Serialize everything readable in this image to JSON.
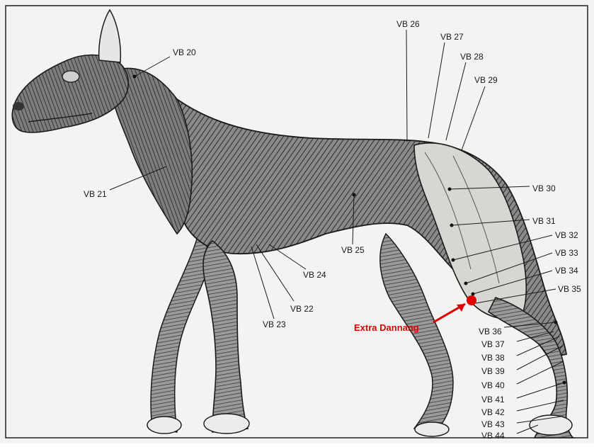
{
  "figure": {
    "labels": {
      "vb20": "VB 20",
      "vb21": "VB 21",
      "vb22": "VB 22",
      "vb23": "VB 23",
      "vb24": "VB 24",
      "vb25": "VB 25",
      "vb26": "VB 26",
      "vb27": "VB 27",
      "vb28": "VB 28",
      "vb29": "VB 29",
      "vb30": "VB 30",
      "vb31": "VB 31",
      "vb32": "VB 32",
      "vb33": "VB 33",
      "vb34": "VB 34",
      "vb35": "VB 35",
      "vb36": "VB 36",
      "vb37": "VB 37",
      "vb38": "VB 38",
      "vb39": "VB 39",
      "vb40": "VB 40",
      "vb41": "VB 41",
      "vb42": "VB 42",
      "vb43": "VB 43",
      "vb44": "VB 44"
    },
    "highlight": {
      "label": "Extra Dannang",
      "color": "#e00000"
    },
    "colors": {
      "ink": "#1a1a1a",
      "paper": "#f3f3f1",
      "muscle": "#6a6a6a",
      "muscle_dark": "#2e2e2e"
    }
  }
}
